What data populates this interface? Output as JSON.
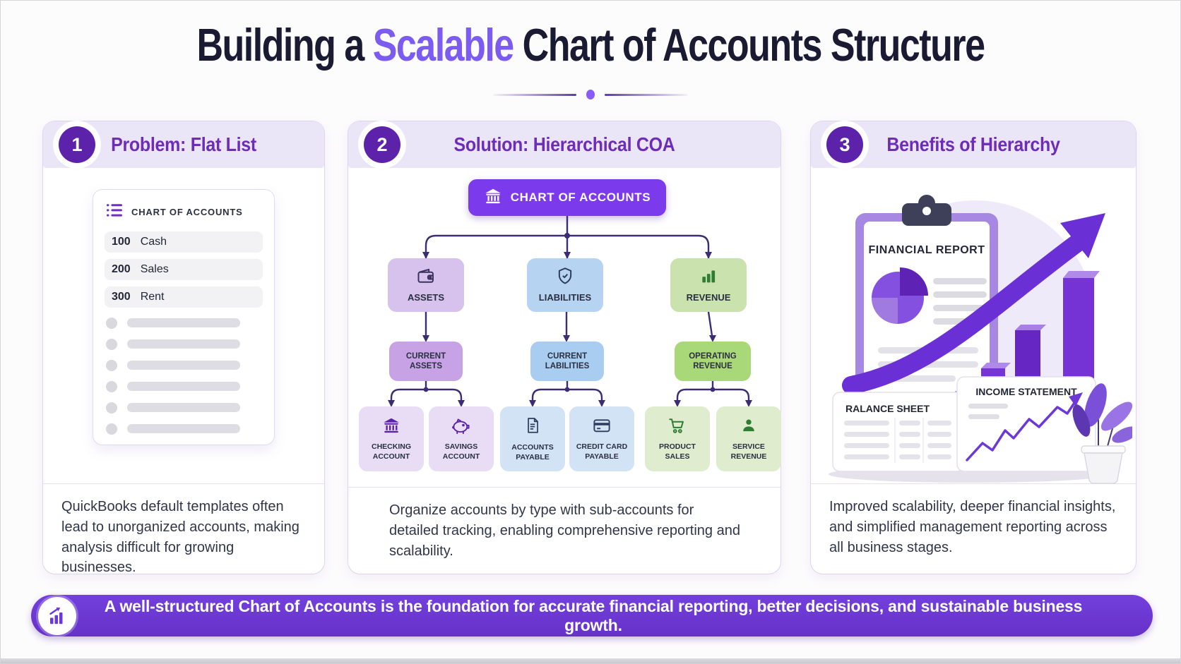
{
  "title": {
    "prefix": "Building a ",
    "highlight": "Scalable",
    "suffix": " Chart of Accounts Structure"
  },
  "colors": {
    "accent_purple": "#7b5bf0",
    "panel_title": "#6d2db8",
    "badge": "#5c22aa",
    "root_node": "#7c3aed",
    "connector": "#3c2d73",
    "footer_bg": "#6c36d3",
    "assets_box": "#d6c2ec",
    "liabilities_box": "#b7d3f2",
    "revenue_box": "#c9e2ae"
  },
  "panels": {
    "p1": {
      "number": "1",
      "title": "Problem: Flat List",
      "card": {
        "header": "CHART OF ACCOUNTS",
        "rows": [
          {
            "code": "100",
            "name": "Cash"
          },
          {
            "code": "200",
            "name": "Sales"
          },
          {
            "code": "300",
            "name": "Rent"
          }
        ],
        "skeleton_row_count": 6
      },
      "description": "QuickBooks default templates often lead to unorganized accounts, making analysis difficult for growing businesses."
    },
    "p2": {
      "number": "2",
      "title": "Solution: Hierarchical COA",
      "tree": {
        "root": {
          "label": "CHART OF ACCOUNTS",
          "icon": "bank-icon"
        },
        "level2": [
          {
            "label": "ASSETS",
            "icon": "wallet-icon"
          },
          {
            "label": "LIABILITIES",
            "icon": "shield-icon"
          },
          {
            "label": "REVENUE",
            "icon": "bar-chart-icon"
          }
        ],
        "level3": [
          {
            "label": "CURRENT ASSETS"
          },
          {
            "label": "CURRENT LABILITIES"
          },
          {
            "label": "OPERATING REVENUE"
          }
        ],
        "leaves": [
          {
            "label": "CHECKING ACCOUNT",
            "icon": "bank-icon"
          },
          {
            "label": "SAVINGS ACCOUNT",
            "icon": "piggy-bank-icon"
          },
          {
            "label": "ACCOUNTS PAYABLE",
            "icon": "document-icon"
          },
          {
            "label": "CREDIT CARD PAYABLE",
            "icon": "credit-card-icon"
          },
          {
            "label": "PRODUCT SALES",
            "icon": "cart-icon"
          },
          {
            "label": "SERVICE REVENUE",
            "icon": "person-icon"
          }
        ]
      },
      "description": "Organize accounts by type with sub-accounts for detailed tracking, enabling comprehensive reporting and scalability."
    },
    "p3": {
      "number": "3",
      "title": "Benefits of Hierarchy",
      "illustration": {
        "clipboard_title": "FINANCIAL REPORT",
        "balance_card_title": "RALANCE SHEET",
        "income_card_title": "INCOME STATEMENT"
      },
      "description": "Improved scalability, deeper financial insights, and simplified management reporting across all business stages."
    }
  },
  "footer": {
    "text": "A well-structured Chart of Accounts is the foundation for accurate financial reporting, better decisions, and sustainable business growth."
  }
}
